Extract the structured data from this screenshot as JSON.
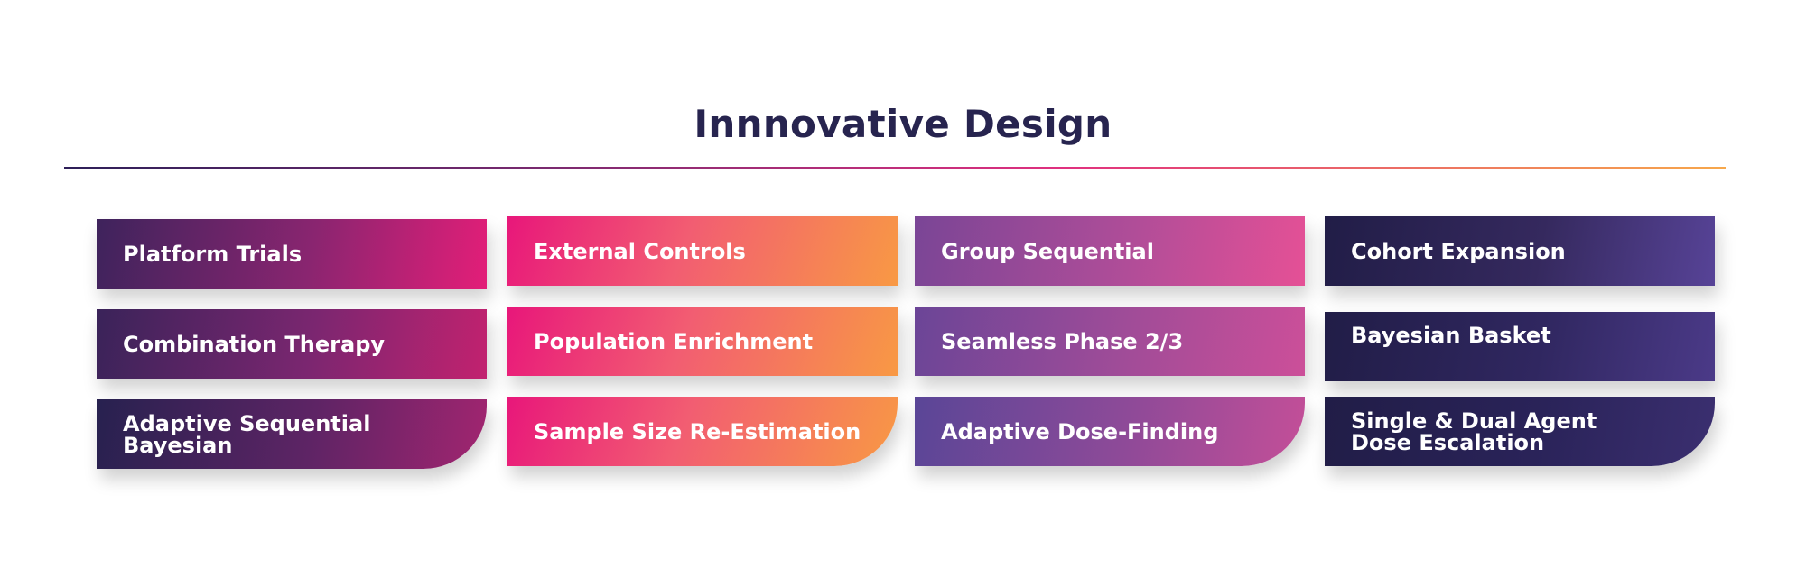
{
  "title": "Innnovative Design",
  "columns": [
    {
      "items": [
        {
          "label": "Platform Trials"
        },
        {
          "label": "Combination Therapy"
        },
        {
          "label": "Adaptive Sequential Bayesian"
        }
      ]
    },
    {
      "items": [
        {
          "label": "External Controls"
        },
        {
          "label": "Population Enrichment"
        },
        {
          "label": "Sample Size Re-Estimation"
        }
      ]
    },
    {
      "items": [
        {
          "label": "Group Sequential"
        },
        {
          "label": "Seamless Phase 2/3"
        },
        {
          "label": "Adaptive Dose-Finding"
        }
      ]
    },
    {
      "items": [
        {
          "label": "Cohort Expansion"
        },
        {
          "label": "Bayesian Basket"
        },
        {
          "label": "Single & Dual Agent\nDose Escalation"
        }
      ]
    }
  ],
  "colors": {
    "title": "#27244f",
    "pink": "#e31e78",
    "orange": "#f89944",
    "purple": "#7a4596",
    "navy": "#211d47"
  }
}
